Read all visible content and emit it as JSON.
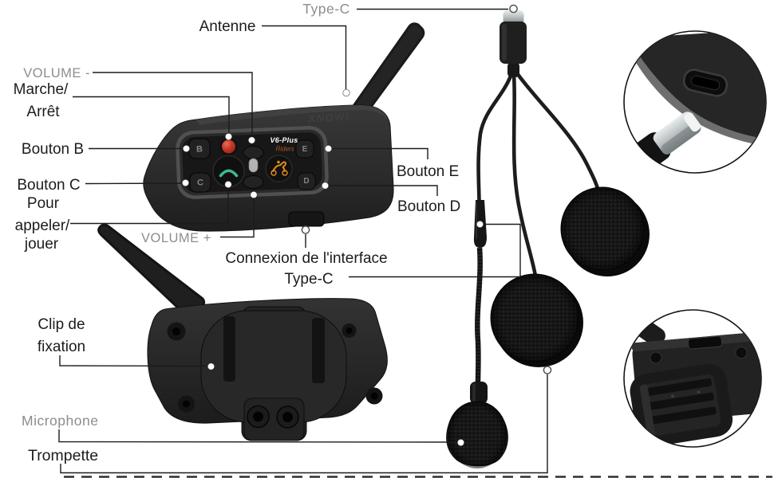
{
  "device": {
    "brand": "XNOWI",
    "model": "V6-Plus",
    "series": "Riders",
    "button_b": "B",
    "button_c": "C",
    "button_d": "D",
    "button_e": "E"
  },
  "callouts": {
    "type_c_cable": "Type-C",
    "antenne": "Antenne",
    "volume_moins": "VOLUME -",
    "marche_l1": "Marche/",
    "marche_l2": "Arrêt",
    "bouton_b": "Bouton B",
    "bouton_c": "Bouton C",
    "pour_l1": "Pour",
    "pour_l2": "appeler/",
    "pour_l3": "jouer",
    "volume_plus": "VOLUME +",
    "bouton_e": "Bouton E",
    "bouton_d": "Bouton D",
    "connexion_l1": "Connexion de l'interface",
    "connexion_l2": "Type-C",
    "clip_l1": "Clip de",
    "clip_l2": "fixation",
    "microphone": "Microphone",
    "trompette": "Trompette"
  },
  "colors": {
    "label_black": "#1c1c1c",
    "label_gray": "#8d8d8d",
    "power_button_red": "#c2392a",
    "call_button_green": "#3eb98b",
    "moto_button_orange": "#df8a1d",
    "riders_orange": "#b0551e",
    "device_body": "#2e2e2e"
  }
}
